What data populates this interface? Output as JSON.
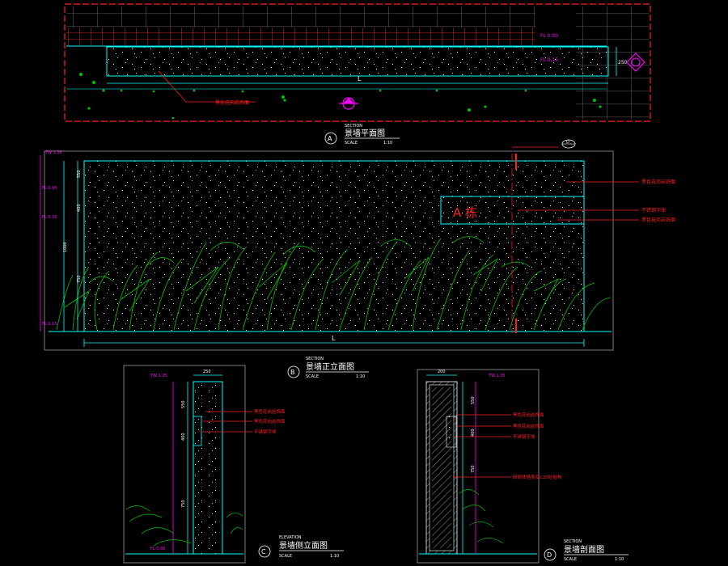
{
  "colors": {
    "background": "#000000",
    "cyan": "#00ffff",
    "green": "#00c000",
    "red": "#ff0000",
    "magenta": "#ff00ff",
    "white": "#ffffff",
    "grey": "#9a9a9a"
  },
  "plan": {
    "marker_letter": "A",
    "title_tag": "SECTION",
    "title": "景墙平面图",
    "scale_label": "SCALE",
    "scale_value": "1:10",
    "dim_length": "L",
    "dim_width": "250",
    "callout_note": "黑色花岗岩饰面",
    "level_a": "FL 0.00",
    "level_b": "FL 0.15"
  },
  "elevation": {
    "marker_letter": "B",
    "title_tag": "SECTION",
    "title": "景墙正立面图",
    "scale_label": "SCALE",
    "scale_value": "1:10",
    "sign_text": "A  栋",
    "dim_length": "L",
    "levels": [
      "TW 1.35",
      "FL 0.95",
      "FL 0.35",
      "FL 0.15"
    ],
    "dims": [
      "550",
      "400",
      "750",
      "1000"
    ],
    "notes": [
      "黑色花岗岩饰面",
      "不锈钢字体",
      "黑色花岗岩饰面"
    ],
    "section_mark": "D"
  },
  "side": {
    "marker_letter": "C",
    "title_tag": "ELEVATION",
    "title": "景墙侧立面图",
    "scale_label": "SCALE",
    "scale_value": "1:10",
    "dim_top": "250",
    "levels": [
      "TW 1.35",
      "FL 0.00"
    ],
    "dims": [
      "550",
      "400",
      "750"
    ],
    "notes": [
      "黑色花岗岩饰面",
      "黑色花岗岩饰面",
      "不锈钢字体"
    ]
  },
  "section": {
    "marker_letter": "D",
    "title_tag": "SECTION",
    "title": "景墙剖面图",
    "scale_label": "SCALE",
    "scale_value": "1:10",
    "dim_top": "200",
    "levels": [
      "TW 1.35"
    ],
    "dims": [
      "550",
      "400",
      "750"
    ],
    "notes": [
      "黑色花岗岩饰面",
      "黑色花岗岩饰面",
      "不锈钢字体",
      "砖砌体墙身及C20砼结构"
    ]
  }
}
